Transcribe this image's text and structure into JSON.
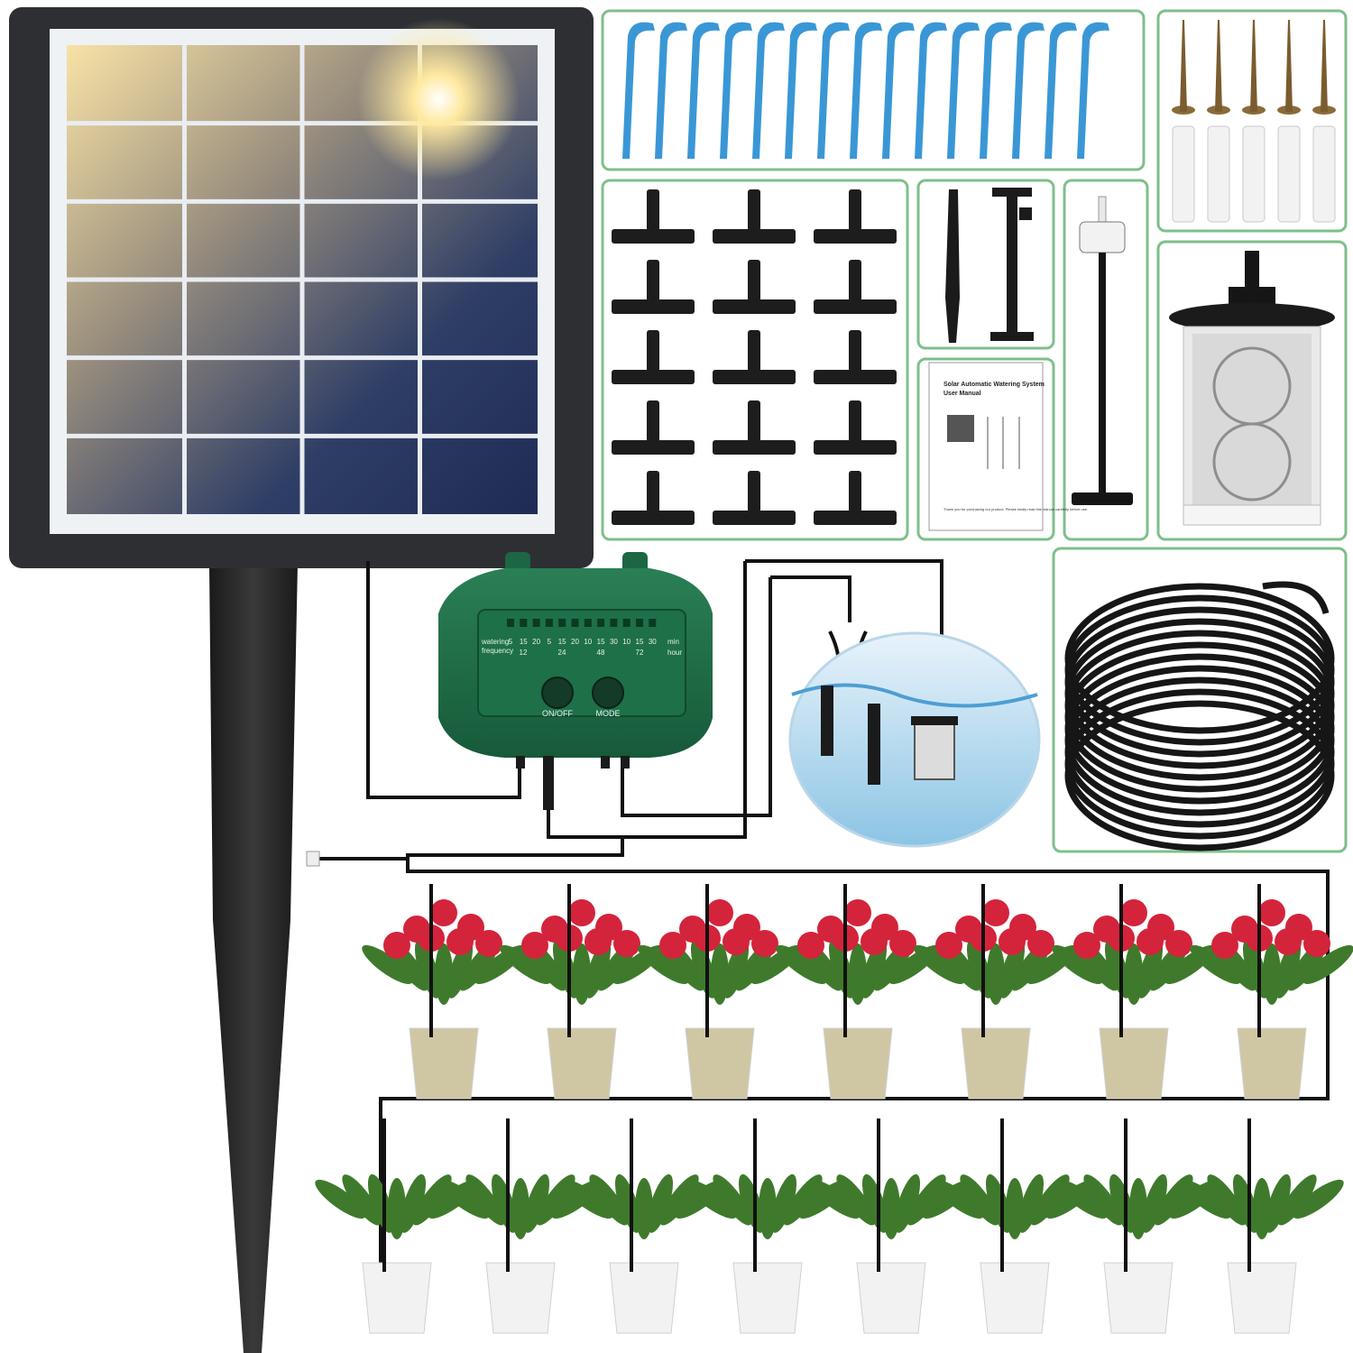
{
  "product_title": "",
  "controller": {
    "row_label_1": "watering",
    "row_label_2": "frequency",
    "minute_values": [
      "5",
      "15",
      "20",
      "5",
      "15",
      "20",
      "10",
      "15",
      "30",
      "10",
      "15",
      "30"
    ],
    "hour_values": [
      "12",
      "24",
      "48",
      "72"
    ],
    "unit_min": "min",
    "unit_hour": "hour",
    "button_power": "ON/OFF",
    "button_mode": "MODE",
    "body_color": "#1f6b47"
  },
  "manual": {
    "title_line_1": "Solar Automatic Watering System",
    "title_line_2": "User Manual",
    "footer_text": "Thank you for purchasing our product. Please kindly read this manual carefully before use."
  },
  "kit_contents": {
    "drip_stakes": {
      "count": 15,
      "color": "#3a97d6",
      "icon": "drip-stake-icon"
    },
    "screws": {
      "count": 5,
      "icon": "screw-icon"
    },
    "wall_anchors": {
      "count": 5,
      "icon": "wall-anchor-icon"
    },
    "tee_connectors": {
      "rows": 5,
      "columns": 3,
      "icon": "tee-connector-icon"
    },
    "panel_stake_parts": {
      "count": 2,
      "icon": "ground-stake-icon"
    },
    "water_tube": {
      "icon": "tubing-coil-icon"
    },
    "filter": {
      "icon": "water-filter-icon"
    },
    "intake_pipe": {
      "icon": "intake-pipe-icon"
    }
  },
  "plants": {
    "flowering_row_count": 7,
    "foliage_row_count": 8,
    "flower_color": "#d3243b",
    "leaf_color": "#3f7a2c",
    "flower_pot_color": "#cfc7a4",
    "foliage_pot_color": "#f2f2f2"
  },
  "colors": {
    "panel_frame": "#2d2f33",
    "panel_cell": "#263a6a",
    "frame_border_green": "#7fbf8a",
    "tubing": "#111111"
  }
}
